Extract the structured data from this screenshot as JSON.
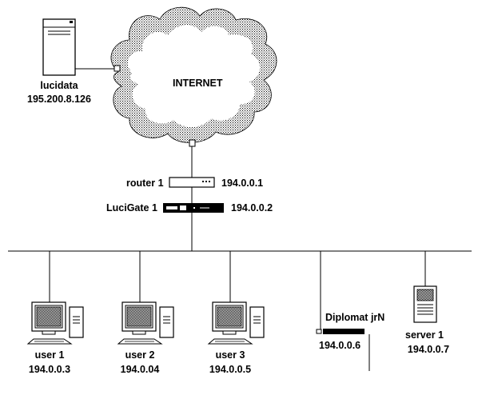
{
  "internet": {
    "label": "INTERNET"
  },
  "lucidata": {
    "name": "lucidata",
    "ip": "195.200.8.126"
  },
  "router": {
    "name": "router 1",
    "ip": "194.0.0.1"
  },
  "gateway": {
    "name": "LuciGate 1",
    "ip": "194.0.0.2"
  },
  "users": [
    {
      "name": "user 1",
      "ip": "194.0.0.3"
    },
    {
      "name": "user 2",
      "ip": "194.0.04"
    },
    {
      "name": "user 3",
      "ip": "194.0.0.5"
    }
  ],
  "diplomat": {
    "name": "Diplomat jrN",
    "ip": "194.0.0.6"
  },
  "server": {
    "name": "server 1",
    "ip": "194.0.0.7"
  }
}
